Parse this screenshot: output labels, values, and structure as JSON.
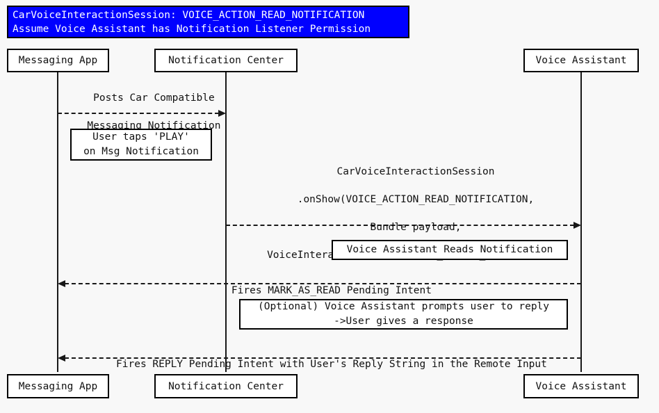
{
  "diagram": {
    "background_color": "#f8f8f8",
    "line_color": "#181818",
    "text_color": "#111111"
  },
  "title_note": {
    "background_color": "#0000ff",
    "text_color": "#ffffff",
    "line1": "CarVoiceInteractionSession: VOICE_ACTION_READ_NOTIFICATION",
    "line2": "Assume Voice Assistant has Notification Listener Permission"
  },
  "participants": [
    {
      "id": "messaging-app",
      "label": "Messaging App"
    },
    {
      "id": "notification-center",
      "label": "Notification Center"
    },
    {
      "id": "voice-assistant",
      "label": "Voice Assistant"
    }
  ],
  "participants_bottom": [
    {
      "id": "messaging-app",
      "label": "Messaging App"
    },
    {
      "id": "notification-center",
      "label": "Notification Center"
    },
    {
      "id": "voice-assistant",
      "label": "Voice Assistant"
    }
  ],
  "messages": [
    {
      "id": "post-notification",
      "from": "messaging-app",
      "to": "notification-center",
      "direction": "right",
      "style": "dashed",
      "label_line1": "Posts Car Compatible",
      "label_line2": "Messaging Notification"
    },
    {
      "id": "onshow-call",
      "from": "notification-center",
      "to": "voice-assistant",
      "direction": "right",
      "style": "dashed",
      "label_line1": "CarVoiceInteractionSession",
      "label_line2": ".onShow(VOICE_ACTION_READ_NOTIFICATION,",
      "label_line3": "Bundle payload,",
      "label_line4": "VoiceInteractionSession.SHOW_SOURCE_NOTIFICATION)"
    },
    {
      "id": "mark-as-read",
      "from": "voice-assistant",
      "to": "messaging-app",
      "direction": "left",
      "style": "dashed",
      "label_line1": "Fires MARK_AS_READ Pending Intent"
    },
    {
      "id": "reply-intent",
      "from": "voice-assistant",
      "to": "messaging-app",
      "direction": "left",
      "style": "dashed",
      "label_line1": "Fires REPLY Pending Intent with User's Reply String in the Remote Input"
    }
  ],
  "notes": [
    {
      "id": "user-taps-play",
      "line1": "User taps 'PLAY'",
      "line2": "on Msg Notification"
    },
    {
      "id": "assistant-reads",
      "line1": "Voice Assistant Reads Notification"
    },
    {
      "id": "optional-reply-prompt",
      "line1": "(Optional) Voice Assistant prompts user to reply",
      "line2": "->User gives a response"
    }
  ]
}
